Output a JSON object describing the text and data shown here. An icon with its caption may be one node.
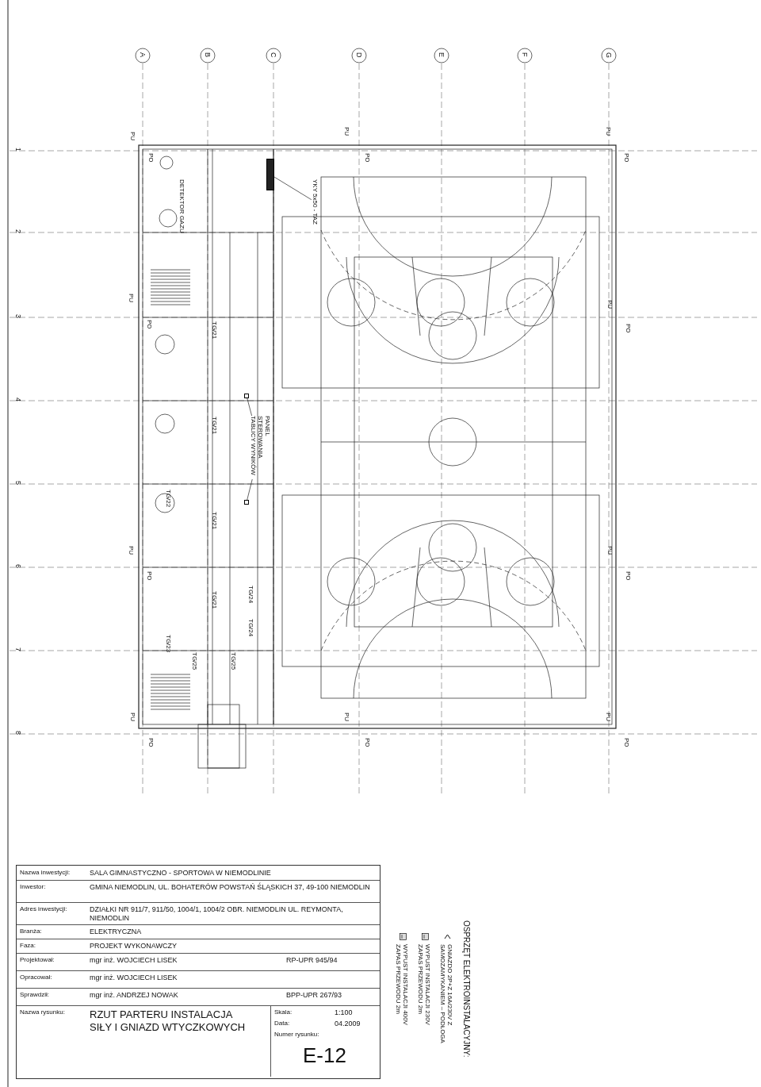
{
  "diagram": {
    "nodes": [
      {
        "text": [
          "YKY 5x50 - TAZ"
        ]
      },
      {
        "text": [],
        "shape": "box"
      },
      {
        "text": [
          "PANEL STEROWANIA TABLICY WYNIKÓW"
        ]
      },
      {
        "text": [],
        "shape": "box"
      },
      {
        "text": [],
        "shape": "box"
      }
    ],
    "edges": [
      {
        "from": 0,
        "to": 1,
        "arrow": "none"
      },
      {
        "from": 2,
        "to": 3,
        "arrow": "none"
      },
      {
        "from": 2,
        "to": 4,
        "arrow": "none"
      }
    ],
    "labels": [
      "A",
      "B",
      "C",
      "D",
      "E",
      "F",
      "G",
      "1",
      "2",
      "3",
      "4",
      "5",
      "6",
      "7",
      "8",
      "DETEKTOR GAZU",
      "PU",
      "PO",
      "PU",
      "PO",
      "PU",
      "PO",
      "PU",
      "PO",
      "PU",
      "PO",
      "PU",
      "PO",
      "PU",
      "PO",
      "PU",
      "PO",
      "PU",
      "PO",
      "PU",
      "PO",
      "TG/21",
      "TG/21",
      "TG/22",
      "TG/21",
      "TG/21",
      "TG/23",
      "TG/24",
      "TG/24",
      "TG/25",
      "TG/25",
      "OSPRZĘT ELEKTROINSTALACYJNY:",
      "Nazwa inwestycji:",
      "SALA GIMNASTYCZNO - SPORTOWA W NIEMODLINIE",
      "Inwestor:",
      "GMINA NIEMODLIN, UL. BOHATERÓW POWSTAŃ ŚLĄSKICH 37, 49-100 NIEMODLIN",
      "Adres inwestycji:",
      "DZIAŁKI NR 911/7, 911/50, 1004/1, 1004/2 OBR. NIEMODLIN UL. REYMONTA, NIEMODLIN",
      "Branża:",
      "ELEKTRYCZNA",
      "Faza:",
      "PROJEKT WYKONAWCZY",
      "Projektował:",
      "mgr inż. WOJCIECH LISEK",
      "RP-UPR 945/94",
      "Opracował:",
      "mgr inż. WOJCIECH LISEK",
      "Sprawdził:",
      "mgr inż. ANDRZEJ NOWAK",
      "BPP-UPR 267/93",
      "Nazwa rysunku:",
      "RZUT PARTERU INSTALACJA SIŁY I GNIAZD WTYCZKOWYCH",
      "Skala:",
      "1:100",
      "Data:",
      "04.2009",
      "Numer rysunku:",
      "E-12"
    ],
    "legend": [
      {
        "text": "GNIAZDO 2P+Z 16A/230V Z SAMOZAMYKANIEM – PODŁOGA"
      },
      {
        "text": "WYPUST INSTALACJI 230V ZAPAS PRZEWODU 2m"
      },
      {
        "text": "WYPUST INSTALACJI 400V ZAPAS PRZEWODU 2m"
      }
    ]
  }
}
